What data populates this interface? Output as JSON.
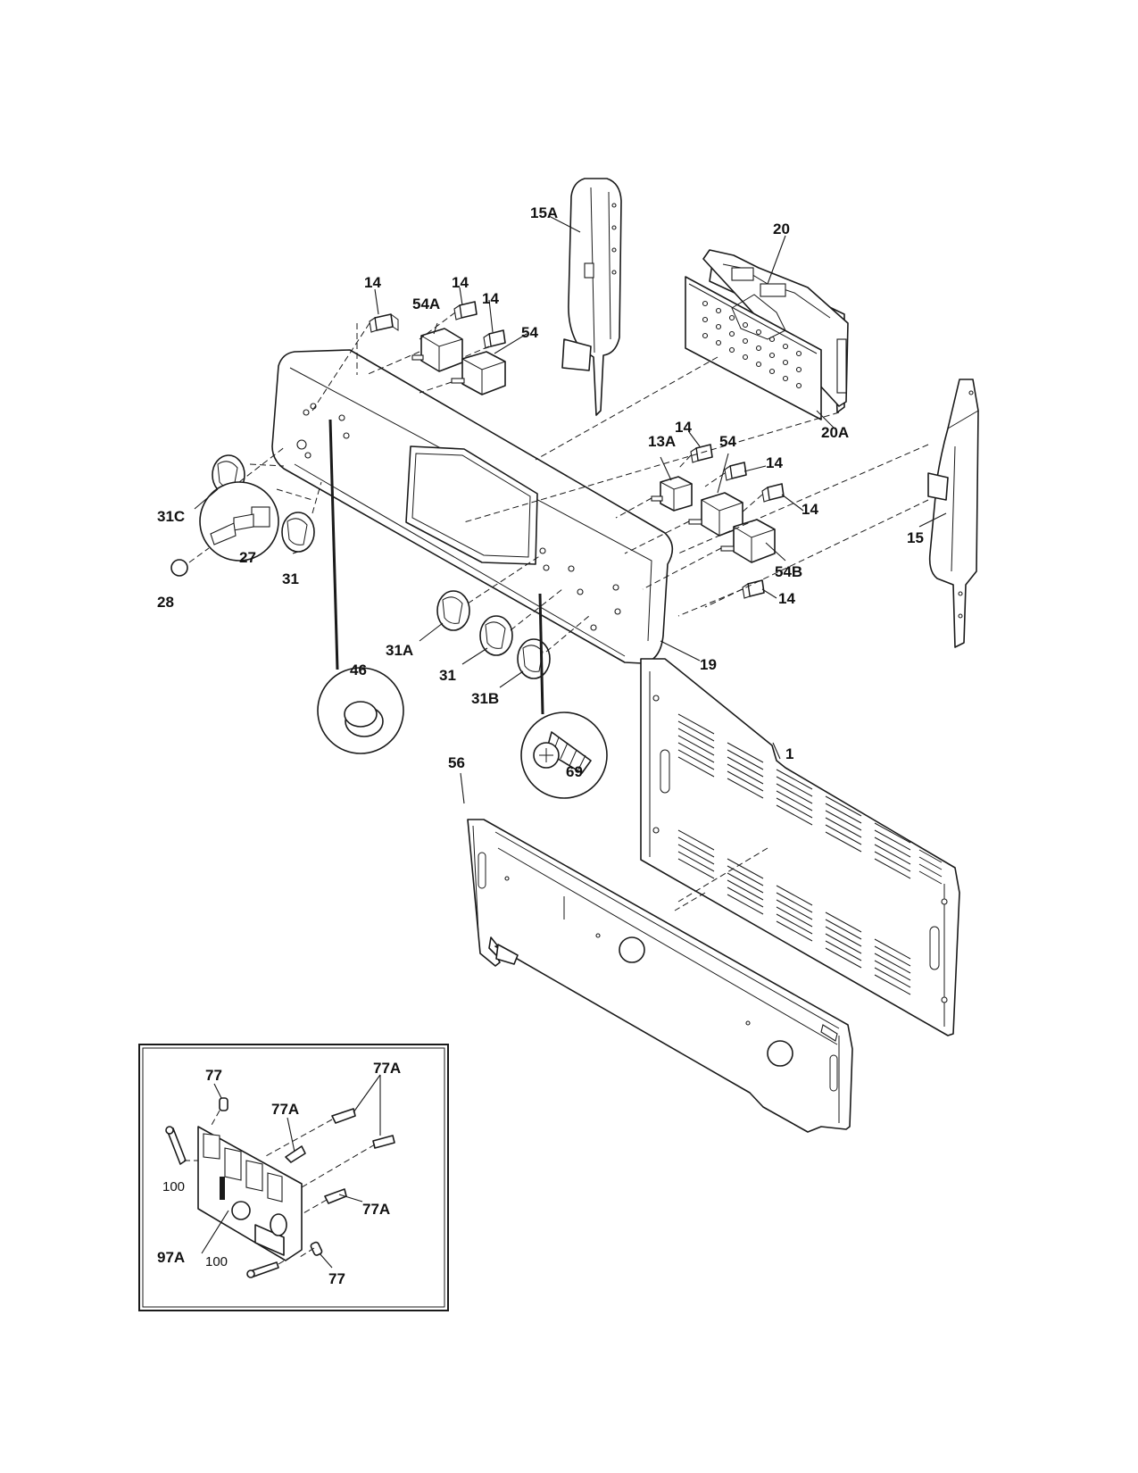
{
  "callouts": {
    "c_15A": "15A",
    "c_20": "20",
    "c_14_a": "14",
    "c_14_b": "14",
    "c_14_c": "14",
    "c_54A": "54A",
    "c_54_top": "54",
    "c_20A": "20A",
    "c_14_d": "14",
    "c_13A": "13A",
    "c_54_mid": "54",
    "c_14_e": "14",
    "c_14_f": "14",
    "c_15": "15",
    "c_54B": "54B",
    "c_14_g": "14",
    "c_31C": "31C",
    "c_27": "27",
    "c_28": "28",
    "c_31_left": "31",
    "c_19": "19",
    "c_31A": "31A",
    "c_31_mid": "31",
    "c_31B": "31B",
    "c_46": "46",
    "c_69": "69",
    "c_1": "1",
    "c_56": "56",
    "c_77_top": "77",
    "c_77A_top": "77A",
    "c_77A_mid": "77A",
    "c_100_top": "100",
    "c_77A_low": "77A",
    "c_97A": "97A",
    "c_100_low": "100",
    "c_77_low": "77"
  }
}
